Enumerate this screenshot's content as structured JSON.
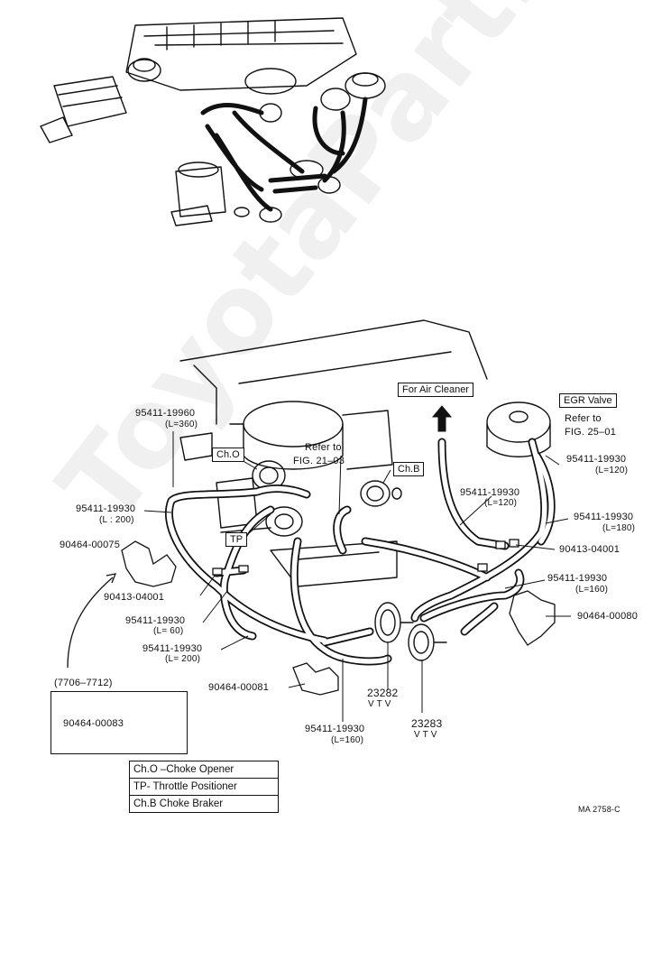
{
  "watermark": "ToyotaPartMine.ru",
  "drawing_code": "MA 2758-C",
  "legend": {
    "choke_opener": "Ch.O –Choke Opener",
    "throttle_positioner": "TP- Throttle Positioner",
    "choke_braker": "Ch.B   Choke Braker"
  },
  "tags": {
    "cho": "Ch.O",
    "chb": "Ch.B",
    "tp": "TP",
    "air_cleaner": "For Air Cleaner",
    "egr_valve": "EGR Valve"
  },
  "refs": {
    "fig21_line1": "Refer to",
    "fig21_line2": "FIG. 21–03",
    "fig25_line1": "Refer to",
    "fig25_line2": "FIG. 25–01"
  },
  "parts": {
    "p1_no": "95411-19960",
    "p1_len": "(L=360)",
    "p2_no": "95411-19930",
    "p2_len": "(L : 200)",
    "p3_no": "90464-00075",
    "p4_no": "90413-04001",
    "p5_no": "95411-19930",
    "p5_len": "(L= 60)",
    "p6_no": "95411-19930",
    "p6_len": "(L= 200)",
    "p7_no": "90464-00081",
    "p8_no": "95411-19930",
    "p8_len": "(L=160)",
    "p9_no": "23282",
    "p9_sub": "V T V",
    "p10_no": "23283",
    "p10_sub": "V T V",
    "p11_no": "95411-19930",
    "p11_len": "(L=120)",
    "p12_no": "95411-19930",
    "p12_len": "(L=120)",
    "p13_no": "95411-19930",
    "p13_len": "(L=180)",
    "p14_no": "90413-04001",
    "p15_no": "95411-19930",
    "p15_len": "(L=160)",
    "p16_no": "90464-00080",
    "inset_range": "(7706–7712)",
    "inset_part": "90464-00083"
  }
}
